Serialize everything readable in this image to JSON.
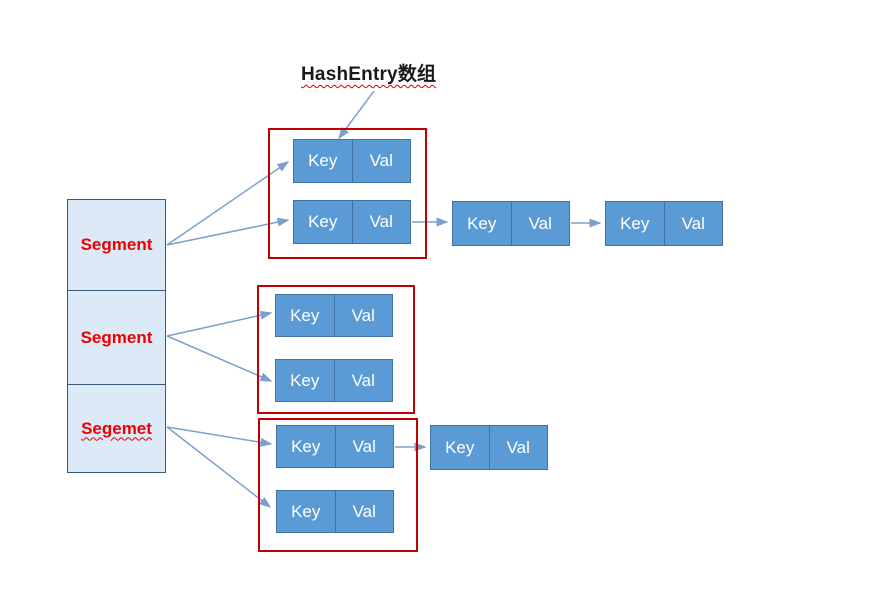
{
  "title": "HashEntry数组",
  "labels": {
    "key": "Key",
    "val": "Val"
  },
  "segments": [
    {
      "label": "Segment",
      "misspelled": false
    },
    {
      "label": "Segment",
      "misspelled": false
    },
    {
      "label": "Segemet",
      "misspelled": true
    }
  ],
  "structure": {
    "description": "Segment array pointing to HashEntry array groups; entries chain as linked lists",
    "segment_0_entries": 2,
    "segment_0_chain_after_group": 2,
    "segment_1_entries": 2,
    "segment_1_chain_after_group": 0,
    "segment_2_entries": 2,
    "segment_2_chain_after_group": 1
  },
  "colors": {
    "node_fill": "#5b9bd5",
    "node_border": "#41719c",
    "segment_fill": "#dce9f6",
    "segment_border": "#3a5a78",
    "group_border": "#c00000",
    "arrow": "#7ba0cd",
    "segment_text": "#ee0000",
    "title_text": "#1a1a1a",
    "squiggle": "#dd0000"
  }
}
